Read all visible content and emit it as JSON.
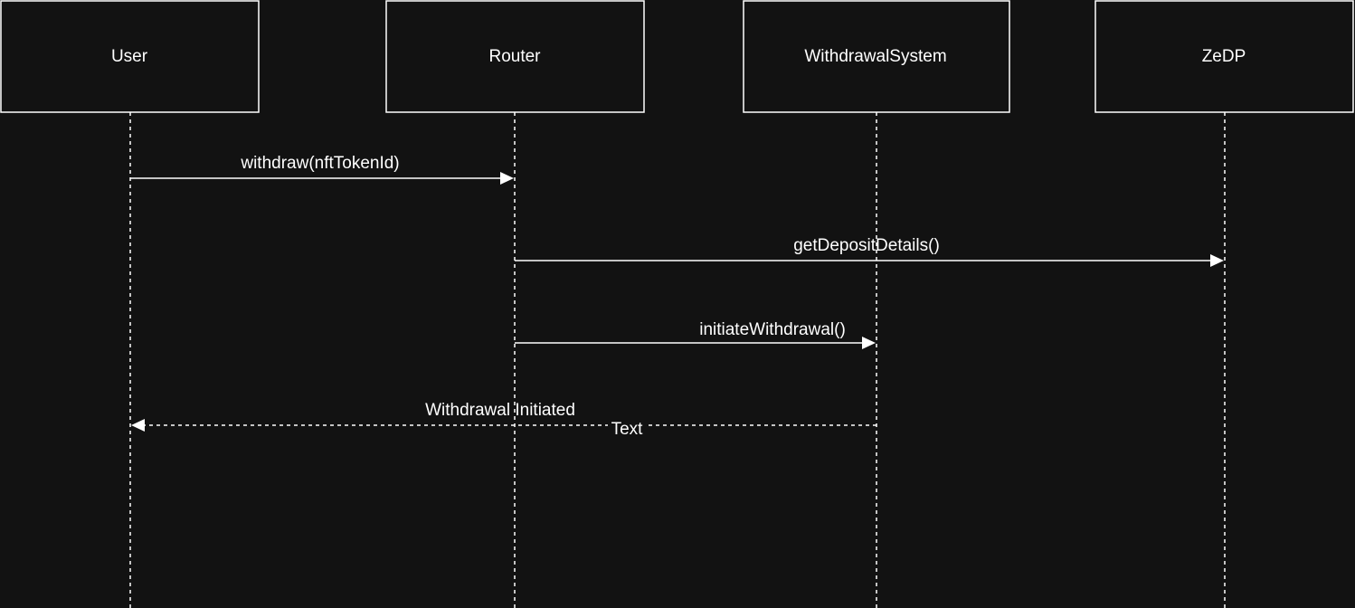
{
  "participants": [
    {
      "name": "User"
    },
    {
      "name": "Router"
    },
    {
      "name": "WithdrawalSystem"
    },
    {
      "name": "ZeDP"
    }
  ],
  "messages": [
    {
      "label": "withdraw(nftTokenId)",
      "from": "User",
      "to": "Router",
      "style": "solid"
    },
    {
      "label": "getDepositDetails()",
      "from": "Router",
      "to": "ZeDP",
      "style": "solid"
    },
    {
      "label": "initiateWithdrawal()",
      "from": "Router",
      "to": "WithdrawalSystem",
      "style": "solid"
    },
    {
      "label": "Withdrawal Initiated",
      "from": "WithdrawalSystem",
      "to": "User",
      "style": "dashed"
    }
  ],
  "annotations": [
    {
      "text": "Text"
    }
  ],
  "colors": {
    "background": "#121212",
    "stroke": "#ffffff",
    "text": "#ffffff"
  }
}
